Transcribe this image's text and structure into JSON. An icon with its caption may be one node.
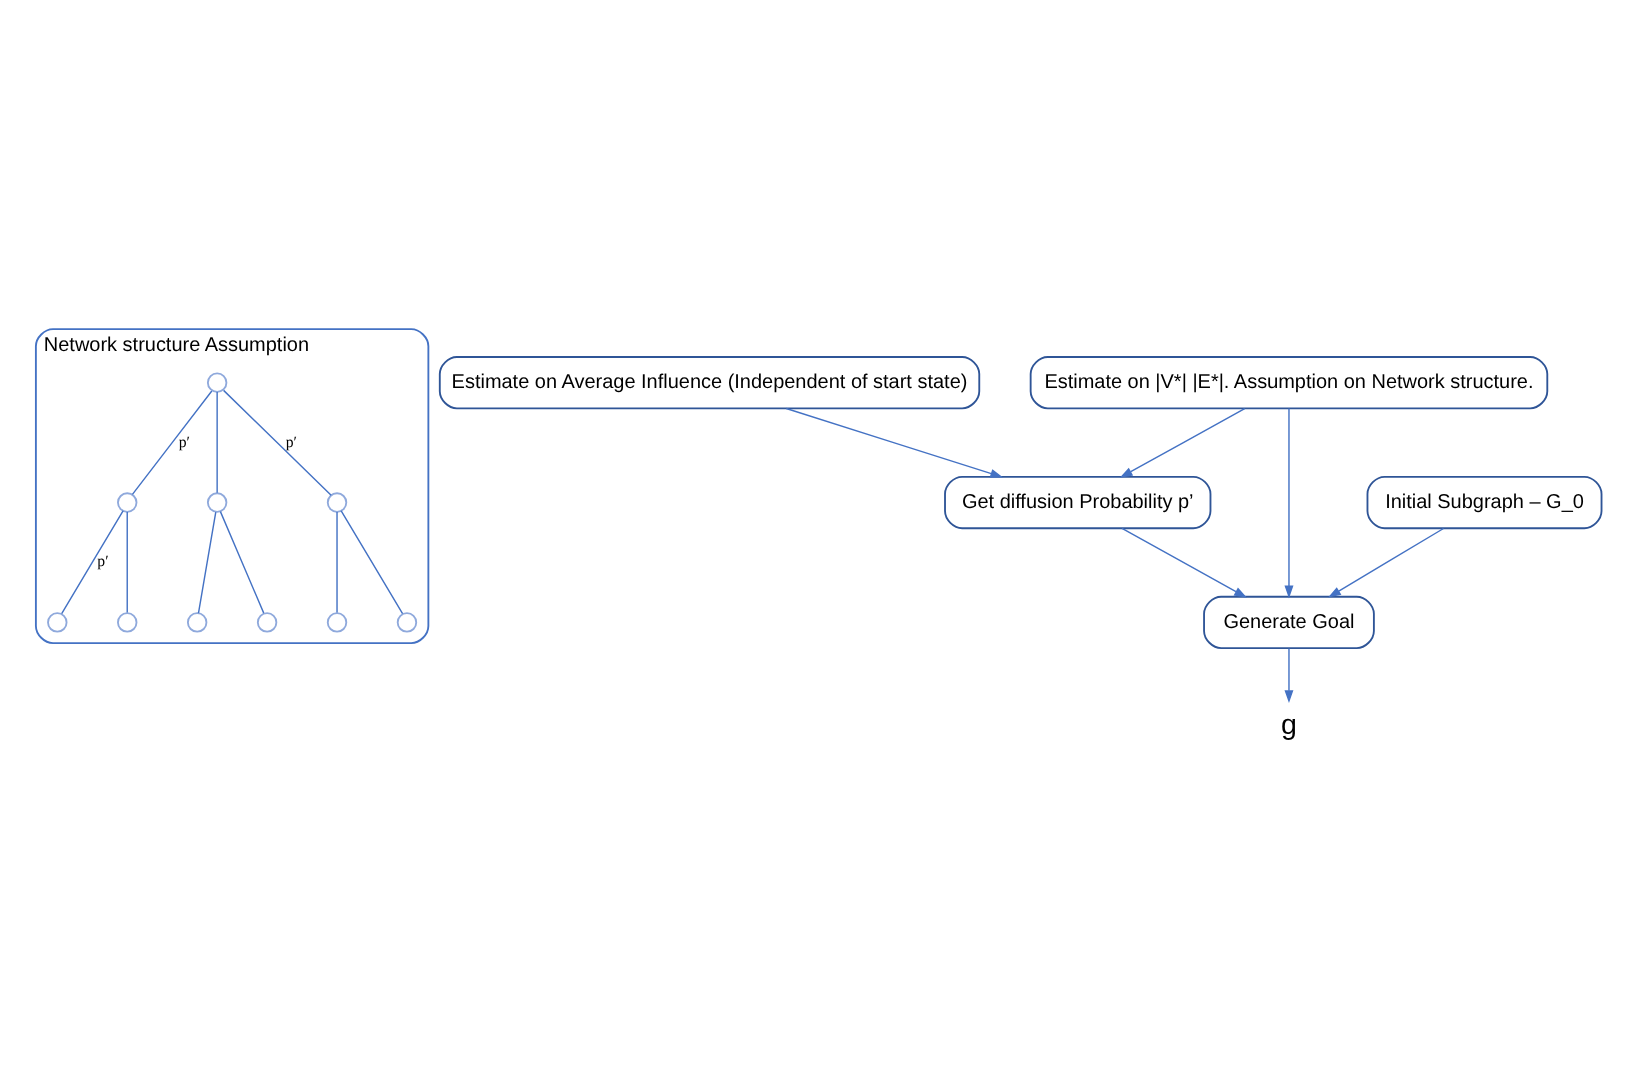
{
  "diagram": {
    "nodes": [
      {
        "text": [
          "Network structure Assumption"
        ]
      },
      {
        "text": [],
        "shape": "circle",
        "in": 0
      },
      {
        "text": [],
        "shape": "circle",
        "in": 0
      },
      {
        "text": [],
        "shape": "circle",
        "in": 0
      },
      {
        "text": [],
        "shape": "circle",
        "in": 0
      },
      {
        "text": [],
        "shape": "circle",
        "in": 0
      },
      {
        "text": [],
        "shape": "circle",
        "in": 0
      },
      {
        "text": [],
        "shape": "circle",
        "in": 0
      },
      {
        "text": [],
        "shape": "circle",
        "in": 0
      },
      {
        "text": [],
        "shape": "circle",
        "in": 0
      },
      {
        "text": [],
        "shape": "circle",
        "in": 0
      },
      {
        "text": [
          "Estimate on Average Influence (Independent of start state)"
        ]
      },
      {
        "text": [
          "Estimate on |V*| |E*|. Assumption on Network structure."
        ]
      },
      {
        "text": [
          "Get diffusion Probability p’"
        ]
      },
      {
        "text": [
          "Initial Subgraph – G_0"
        ]
      },
      {
        "text": [
          "Generate Goal"
        ]
      },
      {
        "text": [
          "g"
        ]
      }
    ],
    "edges": [
      {
        "from": 1,
        "to": 2,
        "arrow": "none",
        "label": "p′"
      },
      {
        "from": 1,
        "to": 3,
        "arrow": "none"
      },
      {
        "from": 1,
        "to": 4,
        "arrow": "none",
        "label": "p′"
      },
      {
        "from": 2,
        "to": 5,
        "arrow": "none",
        "label": "p′"
      },
      {
        "from": 2,
        "to": 6,
        "arrow": "none"
      },
      {
        "from": 3,
        "to": 7,
        "arrow": "none"
      },
      {
        "from": 3,
        "to": 8,
        "arrow": "none"
      },
      {
        "from": 4,
        "to": 9,
        "arrow": "none"
      },
      {
        "from": 4,
        "to": 10,
        "arrow": "none"
      },
      {
        "from": 11,
        "to": 13,
        "arrow": "to"
      },
      {
        "from": 12,
        "to": 13,
        "arrow": "to"
      },
      {
        "from": 12,
        "to": 15,
        "arrow": "to"
      },
      {
        "from": 13,
        "to": 15,
        "arrow": "to"
      },
      {
        "from": 14,
        "to": 15,
        "arrow": "to"
      },
      {
        "from": 15,
        "to": 16,
        "arrow": "to"
      }
    ]
  }
}
